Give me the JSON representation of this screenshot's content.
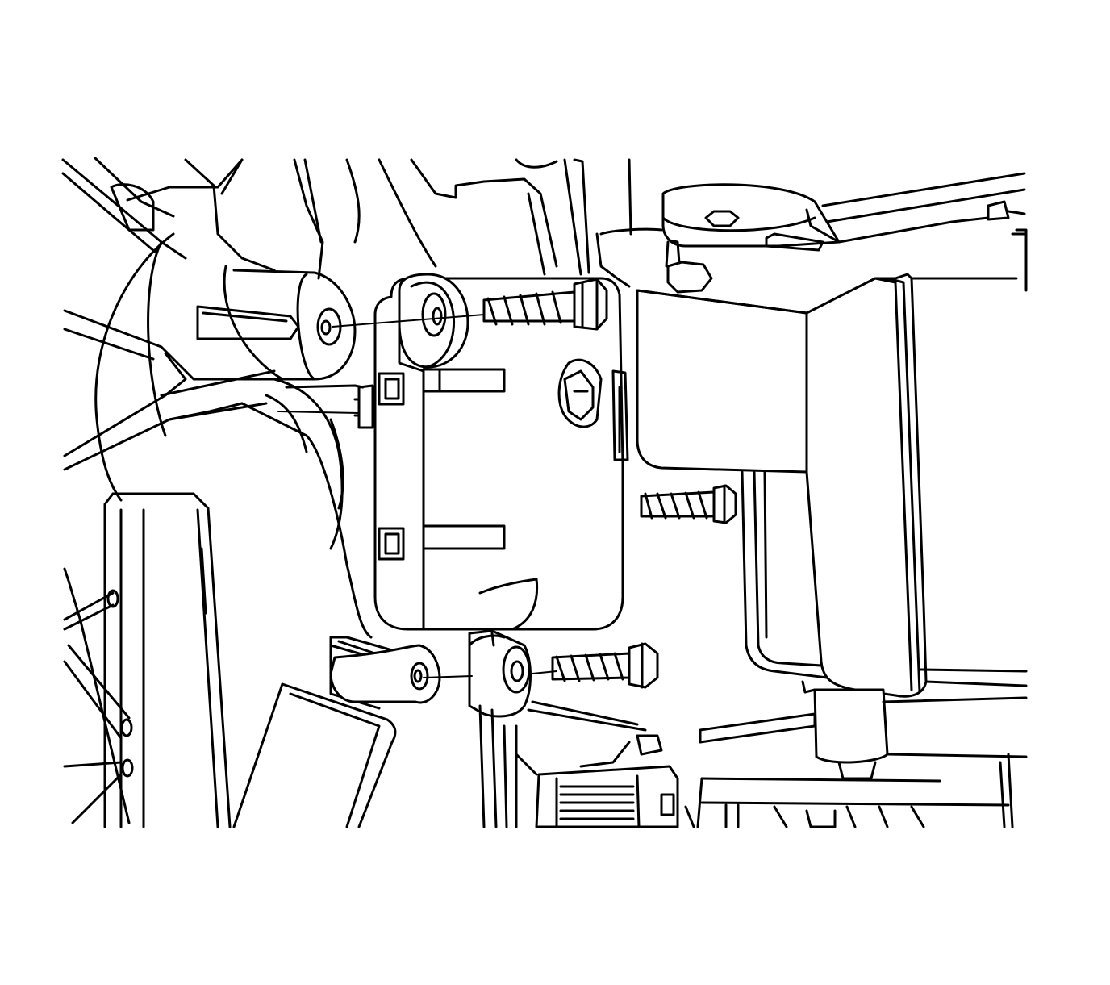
{
  "figure": {
    "background": "#ffffff",
    "line_color": "#000000",
    "components": [
      "blower-fan-housing",
      "actuator-module",
      "actuator-screw-top",
      "actuator-screw-middle",
      "actuator-screw-bottom",
      "hvac-case",
      "lower-duct-panel",
      "wiring-connector"
    ]
  }
}
